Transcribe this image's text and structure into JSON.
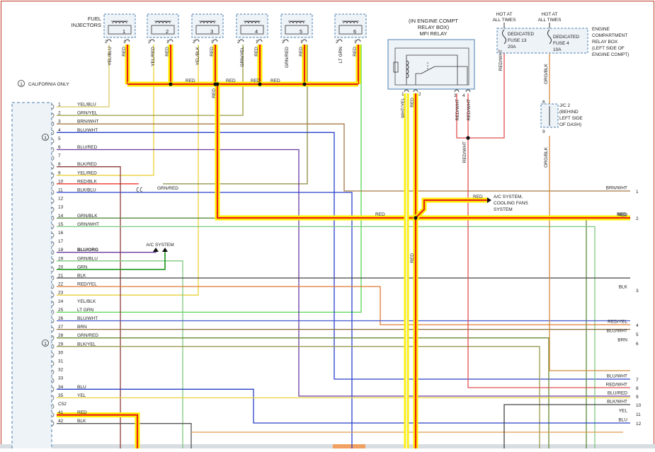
{
  "labels": {
    "fuel_injectors": [
      "FUEL",
      "INJECTORS"
    ],
    "california_only": "CALIFORNIA ONLY",
    "note_number": "1",
    "relay_box": [
      "(IN ENGINE COMPT",
      "RELAY BOX)",
      "MFI RELAY"
    ],
    "hot1": [
      "HOT AT",
      "ALL TIMES"
    ],
    "hot2": [
      "HOT AT",
      "ALL TIMES"
    ],
    "fuse13": [
      "DEDICATED",
      "FUSE 13",
      "20A"
    ],
    "fuse4": [
      "DEDICATED",
      "FUSE 4",
      "10A"
    ],
    "engine_box": [
      "ENGINE",
      "COMPARTMENT",
      "RELAY BOX",
      "(LEFT SIDE OF",
      "ENGINE COMPT)"
    ],
    "jc2": [
      "J/C 2",
      "(BEHIND",
      "LEFT SIDE",
      "OF DASH)"
    ],
    "ac_system": "A/C SYSTEM",
    "ac_cooling": [
      "A/C SYSTEM,",
      "COOLING FANS",
      "SYSTEM"
    ],
    "connector": "C52",
    "relay_pins": [
      "1",
      "2",
      "3",
      "4"
    ],
    "jc_pins": [
      "6",
      "9"
    ]
  },
  "injectors": [
    {
      "num": "1",
      "pin1": "2",
      "pin2": "1",
      "wire1": "YEL/BLU",
      "wire2": "RED"
    },
    {
      "num": "2",
      "pin1": "2",
      "pin2": "1",
      "wire1": "YEL/RED",
      "wire2": "RED"
    },
    {
      "num": "3",
      "pin1": "2",
      "pin2": "1",
      "wire1": "YEL/BLK",
      "wire2": "RED"
    },
    {
      "num": "4",
      "pin1": "2",
      "pin2": "1",
      "wire1": "GRN/YEL",
      "wire2": "RED"
    },
    {
      "num": "5",
      "pin1": "2",
      "pin2": "1",
      "wire1": "GRN/RED",
      "wire2": "RED"
    },
    {
      "num": "6",
      "pin1": "2",
      "pin2": "1",
      "wire1": "LT GRN",
      "wire2": "RED"
    }
  ],
  "wire_labels": {
    "red_bus": [
      "RED",
      "RED",
      "RED",
      "RED"
    ],
    "red_down": "RED",
    "red_main": "RED",
    "red_right": "RED",
    "red_ac": "RED",
    "red_vert": "RED",
    "red_wht_fuse": "RED/WHT",
    "org_blk_top": "ORG/BLK",
    "org_blk_bottom": "ORG/BLK",
    "wht_yel": "WHT/YEL",
    "red_relay": "RED",
    "red_wht_1": "RED/WHT",
    "red_wht_2": "RED/WHT",
    "red_wht_3": "RED/WHT",
    "grn_red_mid": "GRN/RED"
  },
  "ecm_pins": [
    {
      "num": "1",
      "wire": "YEL/BLU"
    },
    {
      "num": "2",
      "wire": "GRN/YEL"
    },
    {
      "num": "3",
      "wire": "BRN/WHT"
    },
    {
      "num": "4",
      "wire": "BLU/WHT"
    },
    {
      "num": "5",
      "wire": ""
    },
    {
      "num": "6",
      "wire": "BLU/RED"
    },
    {
      "num": "7",
      "wire": ""
    },
    {
      "num": "8",
      "wire": "BLK/RED"
    },
    {
      "num": "9",
      "wire": "YEL/RED"
    },
    {
      "num": "10",
      "wire": "RED/BLK"
    },
    {
      "num": "11",
      "wire": "BLK/BLU"
    },
    {
      "num": "12",
      "wire": ""
    },
    {
      "num": "13",
      "wire": ""
    },
    {
      "num": "14",
      "wire": "GRN/BLK"
    },
    {
      "num": "15",
      "wire": "GRN/WHT"
    },
    {
      "num": "16",
      "wire": ""
    },
    {
      "num": "17",
      "wire": ""
    },
    {
      "num": "18",
      "wire": "BLU/ORG"
    },
    {
      "num": "19",
      "wire": "GRN/BLU"
    },
    {
      "num": "20",
      "wire": "GRN"
    },
    {
      "num": "21",
      "wire": "BLK"
    },
    {
      "num": "22",
      "wire": "RED/YEL"
    },
    {
      "num": "23",
      "wire": ""
    },
    {
      "num": "24",
      "wire": "YEL/BLK"
    },
    {
      "num": "25",
      "wire": "LT GRN"
    },
    {
      "num": "26",
      "wire": "BLU/WHT"
    },
    {
      "num": "27",
      "wire": "BRN"
    },
    {
      "num": "28",
      "wire": "GRN/RED"
    },
    {
      "num": "29",
      "wire": "BLK/YEL"
    },
    {
      "num": "30",
      "wire": ""
    },
    {
      "num": "31",
      "wire": ""
    },
    {
      "num": "32",
      "wire": ""
    },
    {
      "num": "33",
      "wire": ""
    },
    {
      "num": "34",
      "wire": "BLU"
    },
    {
      "num": "35",
      "wire": "YEL"
    },
    {
      "num": "C52",
      "wire": ""
    },
    {
      "num": "41",
      "wire": "RED"
    },
    {
      "num": "42",
      "wire": "BLK"
    }
  ],
  "right_outputs": [
    {
      "num": "1",
      "wire": "BRN/WHT"
    },
    {
      "num": "2",
      "wire": "RED"
    },
    {
      "num": "3",
      "wire": "BLK"
    },
    {
      "num": "4",
      "wire": "RED/YEL"
    },
    {
      "num": "5",
      "wire": "BLU/WHT"
    },
    {
      "num": "6",
      "wire": "BRN"
    },
    {
      "num": "7",
      "wire": "BLU/WHT"
    },
    {
      "num": "8",
      "wire": "RED/WHT"
    },
    {
      "num": "9",
      "wire": "BLU/RED"
    },
    {
      "num": "10",
      "wire": "BLK/WHT"
    },
    {
      "num": "11",
      "wire": "YEL"
    },
    {
      "num": "12",
      "wire": "BLU"
    }
  ],
  "colors": {
    "red": "#e8201b",
    "highlight": "#fff200",
    "yellow": "#e9d23a",
    "yel_blu": "#d8c860",
    "grn": "#2e9e2e",
    "grn_light": "#7fc97f",
    "lt_grn": "#55d655",
    "blu": "#2840c8",
    "blu_wht": "#4a5ad0",
    "brn": "#8b6a3a",
    "brn_wht": "#a57a44",
    "blk": "#444444",
    "org_blk": "#d08a3a",
    "red_wht": "#e05050",
    "purple": "#6a3aa0",
    "box_stroke": "#4a7fb0",
    "box_fill": "#eef3f8"
  }
}
